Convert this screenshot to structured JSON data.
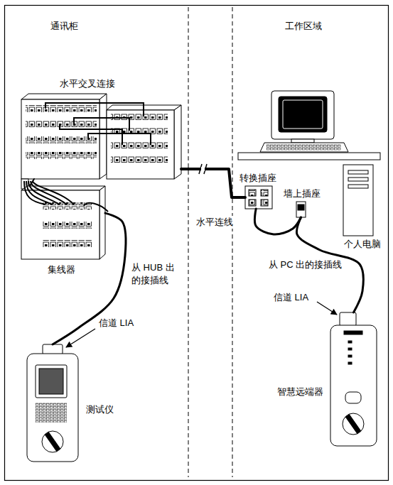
{
  "diagram": {
    "nodes": [
      {
        "text": [
          "水平交叉连接"
        ]
      },
      {
        "text": [
          "集线器"
        ]
      },
      {
        "text": [
          "测试仪"
        ]
      },
      {
        "text": [
          "转换插座"
        ]
      },
      {
        "text": [
          "墙上插座"
        ]
      },
      {
        "text": [
          "个人电脑"
        ]
      },
      {
        "text": [
          "智慧远端器"
        ]
      }
    ],
    "edges": [
      {
        "from": 1,
        "to": 0,
        "arrow": "none"
      },
      {
        "from": 0,
        "to": 3,
        "label": "水平连线",
        "arrow": "none"
      },
      {
        "from": 3,
        "to": 4,
        "arrow": "none"
      },
      {
        "from": 1,
        "to": 2,
        "label": "从 HUB 出的接插线",
        "arrow": "none"
      },
      {
        "from": 4,
        "to": 6,
        "label": "从 PC 出的接插线",
        "arrow": "none"
      }
    ],
    "labels": [
      "通讯柜",
      "工作区域",
      "信道 LIA",
      "信道 LIA"
    ]
  }
}
